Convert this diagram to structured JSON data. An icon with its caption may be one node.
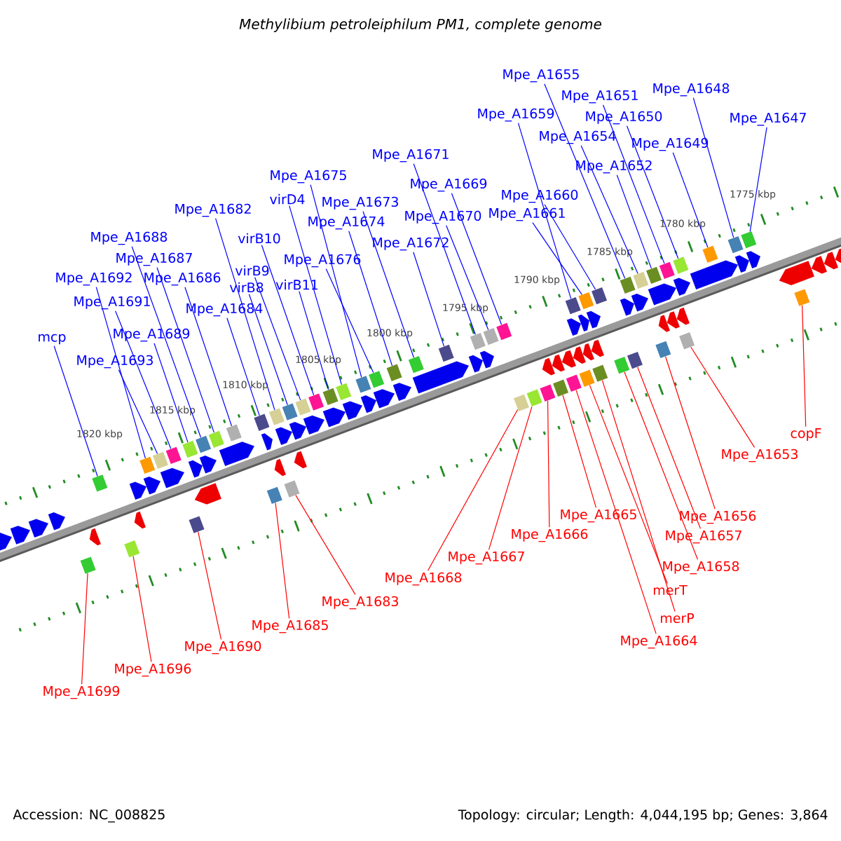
{
  "diagram": {
    "title": "Methylibium petroleiphilum PM1, complete genome",
    "nodes": [
      {
        "text": [
          "Mpe_A1655"
        ]
      },
      {
        "text": [
          "Mpe_A1648"
        ]
      },
      {
        "text": [
          "Mpe_A1651"
        ]
      },
      {
        "text": [
          "Mpe_A1659"
        ]
      },
      {
        "text": [
          "Mpe_A1650"
        ]
      },
      {
        "text": [
          "Mpe_A1647"
        ]
      },
      {
        "text": [
          "Mpe_A1654"
        ]
      },
      {
        "text": [
          "Mpe_A1649"
        ]
      },
      {
        "text": [
          "Mpe_A1671"
        ]
      },
      {
        "text": [
          "Mpe_A1652"
        ]
      },
      {
        "text": [
          "Mpe_A1675"
        ]
      },
      {
        "text": [
          "Mpe_A1669"
        ]
      },
      {
        "text": [
          "Mpe_A1660"
        ]
      },
      {
        "text": [
          "virD4"
        ]
      },
      {
        "text": [
          "Mpe_A1673"
        ]
      },
      {
        "text": [
          "Mpe_A1682"
        ]
      },
      {
        "text": [
          "Mpe_A1661"
        ]
      },
      {
        "text": [
          "Mpe_A1670"
        ]
      },
      {
        "text": [
          "Mpe_A1674"
        ]
      },
      {
        "text": [
          "Mpe_A1688"
        ]
      },
      {
        "text": [
          "virB10"
        ]
      },
      {
        "text": [
          "Mpe_A1672"
        ]
      },
      {
        "text": [
          "Mpe_A1687"
        ]
      },
      {
        "text": [
          "Mpe_A1676"
        ]
      },
      {
        "text": [
          "virB9"
        ]
      },
      {
        "text": [
          "Mpe_A1692"
        ]
      },
      {
        "text": [
          "Mpe_A1686"
        ]
      },
      {
        "text": [
          "virB11"
        ]
      },
      {
        "text": [
          "virB8"
        ]
      },
      {
        "text": [
          "Mpe_A1691"
        ]
      },
      {
        "text": [
          "Mpe_A1684"
        ]
      },
      {
        "text": [
          "Mpe_A1689"
        ]
      },
      {
        "text": [
          "mcp"
        ]
      },
      {
        "text": [
          "Mpe_A1693"
        ]
      },
      {
        "text": [
          "copF"
        ]
      },
      {
        "text": [
          "Mpe_A1653"
        ]
      },
      {
        "text": [
          "Mpe_A1665"
        ]
      },
      {
        "text": [
          "Mpe_A1656"
        ]
      },
      {
        "text": [
          "Mpe_A1666"
        ]
      },
      {
        "text": [
          "Mpe_A1657"
        ]
      },
      {
        "text": [
          "Mpe_A1667"
        ]
      },
      {
        "text": [
          "Mpe_A1658"
        ]
      },
      {
        "text": [
          "Mpe_A1668"
        ]
      },
      {
        "text": [
          "merT"
        ]
      },
      {
        "text": [
          "Mpe_A1683"
        ]
      },
      {
        "text": [
          "merP"
        ]
      },
      {
        "text": [
          "Mpe_A1685"
        ]
      },
      {
        "text": [
          "Mpe_A1664"
        ]
      },
      {
        "text": [
          "Mpe_A1690"
        ]
      },
      {
        "text": [
          "Mpe_A1696"
        ]
      },
      {
        "text": [
          "Mpe_A1699"
        ]
      },
      {
        "text": [],
        "shape": "box"
      },
      {
        "text": [],
        "shape": "box"
      },
      {
        "text": [],
        "shape": "box"
      },
      {
        "text": [],
        "shape": "box"
      },
      {
        "text": [],
        "shape": "box"
      },
      {
        "text": [],
        "shape": "box"
      },
      {
        "text": [],
        "shape": "box"
      },
      {
        "text": [],
        "shape": "box"
      },
      {
        "text": [],
        "shape": "box"
      },
      {
        "text": [],
        "shape": "box"
      },
      {
        "text": [],
        "shape": "box"
      },
      {
        "text": [],
        "shape": "box"
      },
      {
        "text": [],
        "shape": "box"
      },
      {
        "text": [],
        "shape": "box"
      },
      {
        "text": [],
        "shape": "box"
      },
      {
        "text": [],
        "shape": "box"
      },
      {
        "text": [],
        "shape": "box"
      },
      {
        "text": [],
        "shape": "box"
      },
      {
        "text": [],
        "shape": "box"
      },
      {
        "text": [],
        "shape": "box"
      },
      {
        "text": [],
        "shape": "box"
      },
      {
        "text": [],
        "shape": "box"
      },
      {
        "text": [],
        "shape": "box"
      },
      {
        "text": [],
        "shape": "box"
      },
      {
        "text": [],
        "shape": "box"
      },
      {
        "text": [],
        "shape": "box"
      },
      {
        "text": [],
        "shape": "box"
      },
      {
        "text": [],
        "shape": "box"
      },
      {
        "text": [],
        "shape": "box"
      },
      {
        "text": [],
        "shape": "box"
      },
      {
        "text": [],
        "shape": "box"
      },
      {
        "text": [],
        "shape": "box"
      },
      {
        "text": [],
        "shape": "box"
      },
      {
        "text": [],
        "shape": "box"
      },
      {
        "text": [],
        "shape": "box"
      },
      {
        "text": [],
        "shape": "box"
      },
      {
        "text": [],
        "shape": "box"
      },
      {
        "text": [],
        "shape": "box"
      },
      {
        "text": [],
        "shape": "box"
      },
      {
        "text": [],
        "shape": "box"
      },
      {
        "text": [],
        "shape": "box"
      },
      {
        "text": [],
        "shape": "box"
      },
      {
        "text": [],
        "shape": "box"
      },
      {
        "text": [],
        "shape": "box"
      },
      {
        "text": [],
        "shape": "box"
      },
      {
        "text": [],
        "shape": "box"
      },
      {
        "text": [],
        "shape": "box"
      },
      {
        "text": [],
        "shape": "box"
      },
      {
        "text": [],
        "shape": "box"
      },
      {
        "text": [],
        "shape": "box"
      },
      {
        "text": [],
        "shape": "box"
      }
    ],
    "edges": [
      {
        "from": 0,
        "to": 51,
        "arrow": "none"
      },
      {
        "from": 1,
        "to": 52,
        "arrow": "none"
      },
      {
        "from": 2,
        "to": 53,
        "arrow": "none"
      },
      {
        "from": 3,
        "to": 54,
        "arrow": "none"
      },
      {
        "from": 4,
        "to": 55,
        "arrow": "none"
      },
      {
        "from": 5,
        "to": 56,
        "arrow": "none"
      },
      {
        "from": 6,
        "to": 57,
        "arrow": "none"
      },
      {
        "from": 7,
        "to": 58,
        "arrow": "none"
      },
      {
        "from": 8,
        "to": 59,
        "arrow": "none"
      },
      {
        "from": 9,
        "to": 60,
        "arrow": "none"
      },
      {
        "from": 10,
        "to": 61,
        "arrow": "none"
      },
      {
        "from": 11,
        "to": 62,
        "arrow": "none"
      },
      {
        "from": 12,
        "to": 63,
        "arrow": "none"
      },
      {
        "from": 13,
        "to": 64,
        "arrow": "none"
      },
      {
        "from": 14,
        "to": 65,
        "arrow": "none"
      },
      {
        "from": 15,
        "to": 66,
        "arrow": "none"
      },
      {
        "from": 16,
        "to": 67,
        "arrow": "none"
      },
      {
        "from": 17,
        "to": 68,
        "arrow": "none"
      },
      {
        "from": 18,
        "to": 69,
        "arrow": "none"
      },
      {
        "from": 19,
        "to": 70,
        "arrow": "none"
      },
      {
        "from": 20,
        "to": 71,
        "arrow": "none"
      },
      {
        "from": 21,
        "to": 72,
        "arrow": "none"
      },
      {
        "from": 22,
        "to": 73,
        "arrow": "none"
      },
      {
        "from": 23,
        "to": 74,
        "arrow": "none"
      },
      {
        "from": 24,
        "to": 75,
        "arrow": "none"
      },
      {
        "from": 25,
        "to": 76,
        "arrow": "none"
      },
      {
        "from": 26,
        "to": 77,
        "arrow": "none"
      },
      {
        "from": 27,
        "to": 78,
        "arrow": "none"
      },
      {
        "from": 28,
        "to": 79,
        "arrow": "none"
      },
      {
        "from": 29,
        "to": 80,
        "arrow": "none"
      },
      {
        "from": 30,
        "to": 81,
        "arrow": "none"
      },
      {
        "from": 31,
        "to": 82,
        "arrow": "none"
      },
      {
        "from": 32,
        "to": 83,
        "arrow": "none"
      },
      {
        "from": 33,
        "to": 84,
        "arrow": "none"
      },
      {
        "from": 34,
        "to": 85,
        "arrow": "none",
        "color": "#ff0000"
      },
      {
        "from": 35,
        "to": 86,
        "arrow": "none",
        "color": "#ff0000"
      },
      {
        "from": 36,
        "to": 87,
        "arrow": "none",
        "color": "#ff0000"
      },
      {
        "from": 37,
        "to": 88,
        "arrow": "none",
        "color": "#ff0000"
      },
      {
        "from": 38,
        "to": 89,
        "arrow": "none",
        "color": "#ff0000"
      },
      {
        "from": 39,
        "to": 90,
        "arrow": "none",
        "color": "#ff0000"
      },
      {
        "from": 40,
        "to": 91,
        "arrow": "none",
        "color": "#ff0000"
      },
      {
        "from": 41,
        "to": 92,
        "arrow": "none",
        "color": "#ff0000"
      },
      {
        "from": 42,
        "to": 93,
        "arrow": "none",
        "color": "#ff0000"
      },
      {
        "from": 43,
        "to": 94,
        "arrow": "none",
        "color": "#ff0000"
      },
      {
        "from": 44,
        "to": 95,
        "arrow": "none",
        "color": "#ff0000"
      },
      {
        "from": 45,
        "to": 96,
        "arrow": "none",
        "color": "#ff0000"
      },
      {
        "from": 46,
        "to": 97,
        "arrow": "none",
        "color": "#ff0000"
      },
      {
        "from": 47,
        "to": 98,
        "arrow": "none",
        "color": "#ff0000"
      },
      {
        "from": 48,
        "to": 99,
        "arrow": "none",
        "color": "#ff0000"
      },
      {
        "from": 49,
        "to": 100,
        "arrow": "none",
        "color": "#ff0000"
      },
      {
        "from": 50,
        "to": 101,
        "arrow": "none",
        "color": "#ff0000"
      }
    ],
    "labels": [
      "1775 kbp",
      "1780 kbp",
      "1785 kbp",
      "1790 kbp",
      "1795 kbp",
      "1800 kbp",
      "1805 kbp",
      "1810 kbp",
      "1815 kbp",
      "1820 kbp",
      "Accession: NC_008825",
      "Topology: circular; Length: 4,044,195 bp; Genes: 3,864"
    ]
  }
}
